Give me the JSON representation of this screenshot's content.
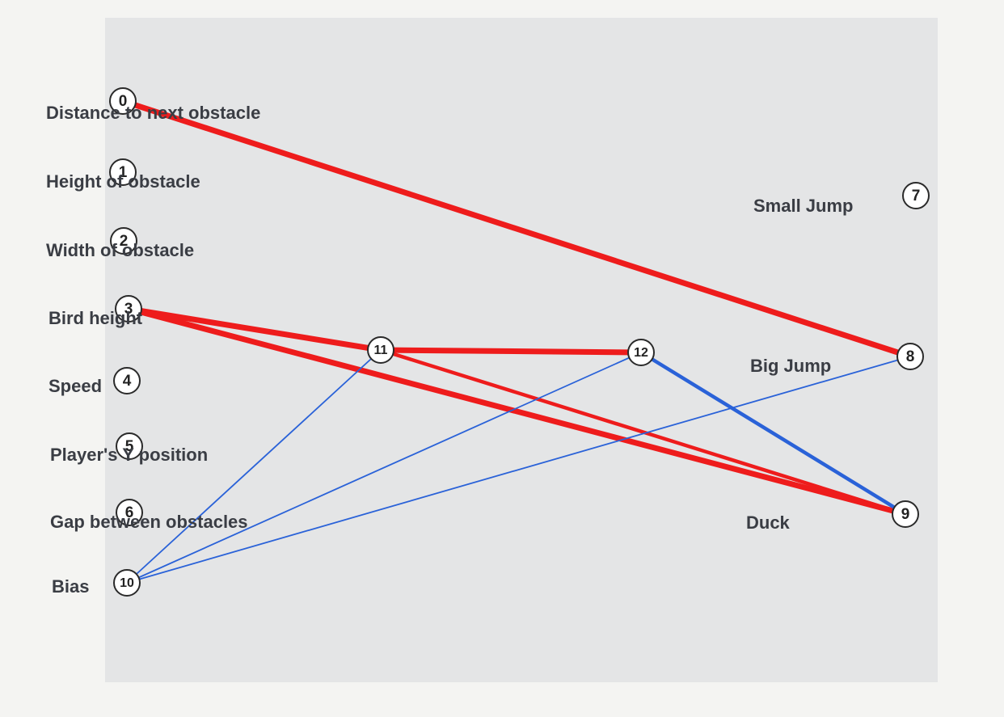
{
  "network": {
    "colors": {
      "positive": "#ee1c1c",
      "negative": "#2a62d8",
      "node_fill": "#ffffff",
      "node_stroke": "#2a2a2a",
      "label_text": "#3a3d44",
      "panel": "#e4e5e6"
    },
    "input_labels": [
      "Distance to next obstacle",
      "Height of obstacle",
      "Width of obstacle",
      "Bird height",
      "Speed",
      "Player's Y position",
      "Gap between obstacles",
      "Bias"
    ],
    "output_labels": [
      "Small Jump",
      "Big Jump",
      "Duck"
    ],
    "nodes": [
      {
        "id": "0",
        "layer": "input"
      },
      {
        "id": "1",
        "layer": "input"
      },
      {
        "id": "2",
        "layer": "input"
      },
      {
        "id": "3",
        "layer": "input"
      },
      {
        "id": "4",
        "layer": "input"
      },
      {
        "id": "5",
        "layer": "input"
      },
      {
        "id": "6",
        "layer": "input"
      },
      {
        "id": "7",
        "layer": "output"
      },
      {
        "id": "8",
        "layer": "output"
      },
      {
        "id": "9",
        "layer": "output"
      },
      {
        "id": "10",
        "layer": "bias"
      },
      {
        "id": "11",
        "layer": "hidden"
      },
      {
        "id": "12",
        "layer": "hidden"
      }
    ],
    "connections": [
      {
        "from": "0",
        "to": "8",
        "sign": "positive",
        "strength": "strong"
      },
      {
        "from": "3",
        "to": "11",
        "sign": "positive",
        "strength": "strong"
      },
      {
        "from": "3",
        "to": "9",
        "sign": "positive",
        "strength": "strong"
      },
      {
        "from": "11",
        "to": "12",
        "sign": "positive",
        "strength": "strong"
      },
      {
        "from": "11",
        "to": "9",
        "sign": "positive",
        "strength": "medium"
      },
      {
        "from": "12",
        "to": "9",
        "sign": "negative",
        "strength": "medium"
      },
      {
        "from": "10",
        "to": "11",
        "sign": "negative",
        "strength": "thin"
      },
      {
        "from": "10",
        "to": "12",
        "sign": "negative",
        "strength": "thin"
      },
      {
        "from": "10",
        "to": "8",
        "sign": "negative",
        "strength": "thin"
      }
    ]
  }
}
